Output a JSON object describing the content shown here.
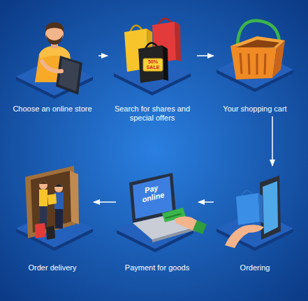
{
  "diagram": {
    "nodes": [
      {
        "text": [
          "Choose an online store"
        ]
      },
      {
        "text": [
          "Search for shares and special offers"
        ]
      },
      {
        "text": [
          "Your shopping cart"
        ]
      },
      {
        "text": [
          "Ordering"
        ]
      },
      {
        "text": [
          "Payment for goods"
        ]
      },
      {
        "text": [
          "Order delivery"
        ]
      }
    ],
    "edges": [
      {
        "from": 0,
        "to": 1,
        "arrow": "to"
      },
      {
        "from": 1,
        "to": 2,
        "arrow": "to"
      },
      {
        "from": 2,
        "to": 3,
        "arrow": "to"
      },
      {
        "from": 3,
        "to": 4,
        "arrow": "to"
      },
      {
        "from": 4,
        "to": 5,
        "arrow": "to"
      }
    ],
    "labels": [
      "50%",
      "SALE",
      "Pay online"
    ]
  }
}
